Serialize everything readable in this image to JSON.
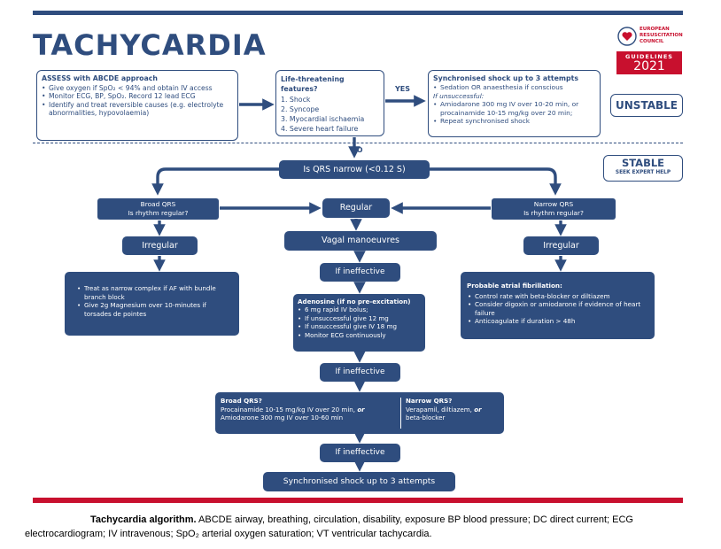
{
  "title": "TACHYCARDIA",
  "erc": {
    "line1": "EUROPEAN",
    "line2": "RESUSCITATION",
    "line3": "COUNCIL",
    "guidelines": "GUIDELINES",
    "year": "2021"
  },
  "assess": {
    "heading": "ASSESS with ABCDE approach",
    "items": [
      "Give oxygen if SpO₂ < 94% and obtain IV access",
      "Monitor ECG, BP, SpO₂. Record 12 lead ECG",
      "Identify and treat reversible causes (e.g. electrolyte abnormalities, hypovolaemia)"
    ]
  },
  "life": {
    "heading": "Life-threatening features?",
    "items": [
      "1. Shock",
      "2. Syncope",
      "3. Myocardial ischaemia",
      "4. Severe heart failure"
    ]
  },
  "yes_label": "YES",
  "no_label": "NO",
  "shock": {
    "heading": "Synchronised shock up to 3 attempts",
    "item1": "Sedation OR anaesthesia if conscious",
    "unsuccessful": "If unsuccessful:",
    "item2": "Amiodarone 300 mg IV over 10-20 min, or procainamide 10-15 mg/kg over 20 min;",
    "item3": "Repeat synchronised shock"
  },
  "unstable": "UNSTABLE",
  "stable": {
    "title": "STABLE",
    "sub": "SEEK EXPERT HELP"
  },
  "qrs_narrow": "Is QRS narrow (<0.12 S)",
  "broad_q": {
    "line1": "Broad QRS",
    "line2": "Is rhythm regular?"
  },
  "narrow_q": {
    "line1": "Narrow QRS",
    "line2": "Is rhythm regular?"
  },
  "regular": "Regular",
  "irregular_left": "Irregular",
  "irregular_right": "Irregular",
  "vagal": "Vagal manoeuvres",
  "if_ineffective_1": "If ineffective",
  "if_ineffective_2": "If ineffective",
  "if_ineffective_3": "If ineffective",
  "broad_treat": [
    "Treat as narrow complex if AF with bundle branch block",
    "Give 2g Magnesium over 10-minutes if torsades de pointes"
  ],
  "af": {
    "heading": "Probable atrial fibrillation:",
    "items": [
      "Control rate with beta-blocker or diltiazem",
      "Consider digoxin or amiodarone if evidence of heart failure",
      "Anticoagulate if duration > 48h"
    ]
  },
  "adenosine": {
    "heading": "Adenosine (if no pre-excitation)",
    "items": [
      "6 mg rapid IV bolus;",
      "If unsuccessful give 12 mg",
      "If unsuccessful give IV 18 mg",
      "Monitor ECG continuously"
    ]
  },
  "broad_final": {
    "heading": "Broad QRS?",
    "line1": "Procainamide 10-15 mg/kg IV over 20 min,",
    "or": "or",
    "line2": "Amiodarone 300 mg IV over 10-60 min"
  },
  "narrow_final": {
    "heading": "Narrow QRS?",
    "line1": "Verapamil, diltiazem,",
    "or": "or",
    "line2": "beta-blocker"
  },
  "final_shock": "Synchronised shock up to 3 attempts",
  "caption": {
    "bold": "Tachycardia algorithm.",
    "text": " ABCDE airway, breathing, circulation, disability, exposure BP blood pressure; DC direct current; ECG electrocardiogram; IV intravenous; SpO₂ arterial oxygen saturation; VT ventricular tachycardia."
  },
  "colors": {
    "navy": "#2f4d7e",
    "red": "#c8102e"
  }
}
